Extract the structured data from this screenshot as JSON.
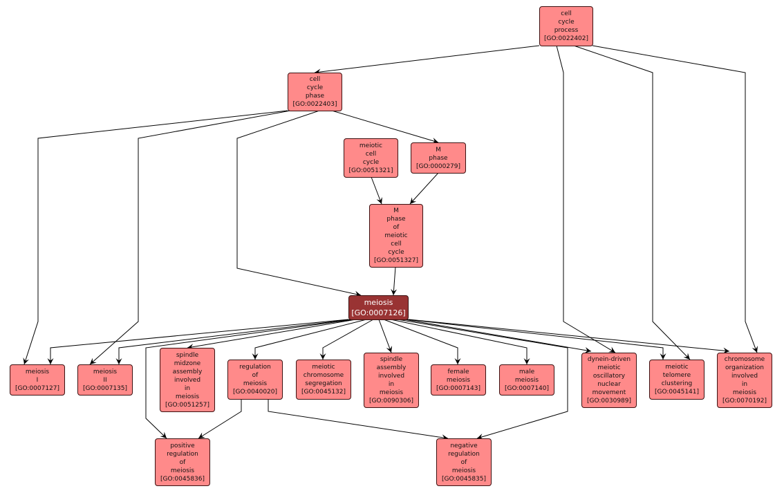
{
  "colors": {
    "node_fill": "#ff8a8a",
    "focus_fill": "#993333",
    "edge": "#000000"
  },
  "nodes": {
    "cell_cycle_process": {
      "lines": [
        "cell",
        "cycle",
        "process"
      ],
      "id": "[GO:0022402]"
    },
    "cell_cycle_phase": {
      "lines": [
        "cell",
        "cycle",
        "phase"
      ],
      "id": "[GO:0022403]"
    },
    "meiotic_cell_cycle": {
      "lines": [
        "meiotic",
        "cell",
        "cycle"
      ],
      "id": "[GO:0051321]"
    },
    "m_phase": {
      "lines": [
        "M",
        "phase"
      ],
      "id": "[GO:0000279]"
    },
    "m_phase_meiotic": {
      "lines": [
        "M",
        "phase",
        "of",
        "meiotic",
        "cell",
        "cycle"
      ],
      "id": "[GO:0051327]"
    },
    "meiosis": {
      "lines": [
        "meiosis"
      ],
      "id": "[GO:0007126]"
    },
    "meiosis_i": {
      "lines": [
        "meiosis",
        "I"
      ],
      "id": "[GO:0007127]"
    },
    "meiosis_ii": {
      "lines": [
        "meiosis",
        "II"
      ],
      "id": "[GO:0007135]"
    },
    "spindle_midzone": {
      "lines": [
        "spindle",
        "midzone",
        "assembly",
        "involved",
        "in",
        "meiosis"
      ],
      "id": "[GO:0051257]"
    },
    "regulation_meiosis": {
      "lines": [
        "regulation",
        "of",
        "meiosis"
      ],
      "id": "[GO:0040020]"
    },
    "chromosome_segregation": {
      "lines": [
        "meiotic",
        "chromosome",
        "segregation"
      ],
      "id": "[GO:0045132]"
    },
    "spindle_assembly": {
      "lines": [
        "spindle",
        "assembly",
        "involved",
        "in",
        "meiosis"
      ],
      "id": "[GO:0090306]"
    },
    "female_meiosis": {
      "lines": [
        "female",
        "meiosis"
      ],
      "id": "[GO:0007143]"
    },
    "male_meiosis": {
      "lines": [
        "male",
        "meiosis"
      ],
      "id": "[GO:0007140]"
    },
    "dynein_driven": {
      "lines": [
        "dynein-driven",
        "meiotic",
        "oscillatory",
        "nuclear",
        "movement"
      ],
      "id": "[GO:0030989]"
    },
    "telomere_clustering": {
      "lines": [
        "meiotic",
        "telomere",
        "clustering"
      ],
      "id": "[GO:0045141]"
    },
    "chromosome_organization": {
      "lines": [
        "chromosome",
        "organization",
        "involved",
        "in",
        "meiosis"
      ],
      "id": "[GO:0070192]"
    },
    "positive_regulation": {
      "lines": [
        "positive",
        "regulation",
        "of",
        "meiosis"
      ],
      "id": "[GO:0045836]"
    },
    "negative_regulation": {
      "lines": [
        "negative",
        "regulation",
        "of",
        "meiosis"
      ],
      "id": "[GO:0045835]"
    }
  }
}
